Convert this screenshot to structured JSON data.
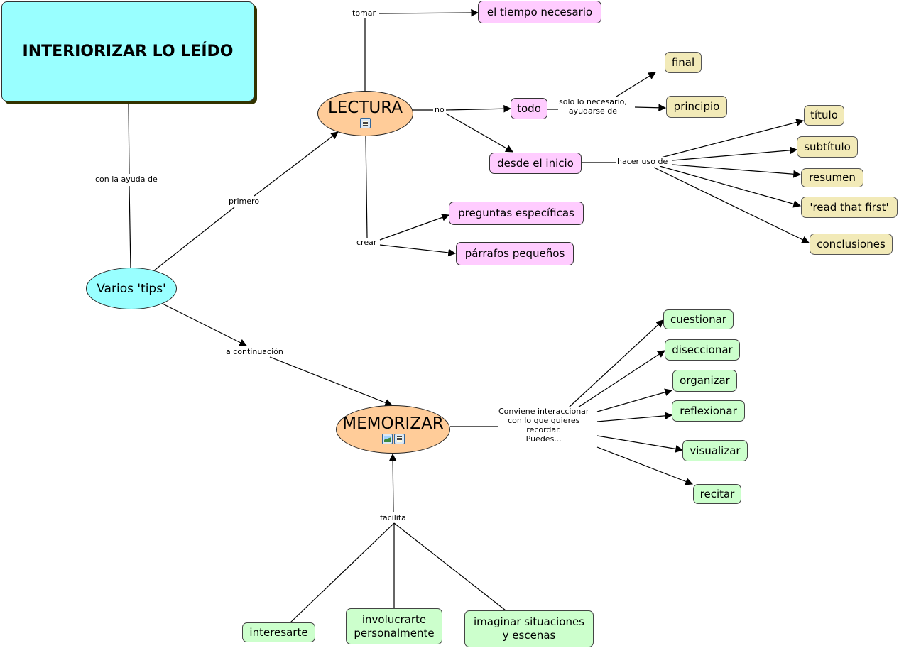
{
  "title": "INTERIORIZAR LO LEÍDO",
  "concepts": {
    "tips": "Varios 'tips'",
    "lectura": "LECTURA",
    "memorizar": "MEMORIZAR",
    "tiempo": "el tiempo necesario",
    "todo": "todo",
    "final": "final",
    "principio": "principio",
    "desde_inicio": "desde el inicio",
    "titulo": "título",
    "subtitulo": "subtítulo",
    "resumen": "resumen",
    "read_first": "'read that first'",
    "conclusiones": "conclusiones",
    "preguntas": "preguntas específicas",
    "parrafos": "párrafos pequeños",
    "cuestionar": "cuestionar",
    "diseccionar": "diseccionar",
    "organizar": "organizar",
    "reflexionar": "reflexionar",
    "visualizar": "visualizar",
    "recitar": "recitar",
    "interesarte": "interesarte",
    "involucrarte": "involucrarte\npersonalmente",
    "imaginar": "imaginar situaciones\ny escenas"
  },
  "links": {
    "con_ayuda": "con la ayuda de",
    "primero": "primero",
    "a_continuacion": "a continuación",
    "tomar": "tomar",
    "no": "no",
    "solo_necesario": "solo lo necesario,\nayudarse de",
    "hacer_uso": "hacer uso de",
    "crear": "crear",
    "conviene": "Conviene interaccionar\ncon lo que quieres\nrecordar.\nPuedes...",
    "facilita": "facilita"
  },
  "icons": {
    "lectura": [
      "document-icon"
    ],
    "memorizar": [
      "image-icon",
      "document-icon"
    ]
  }
}
